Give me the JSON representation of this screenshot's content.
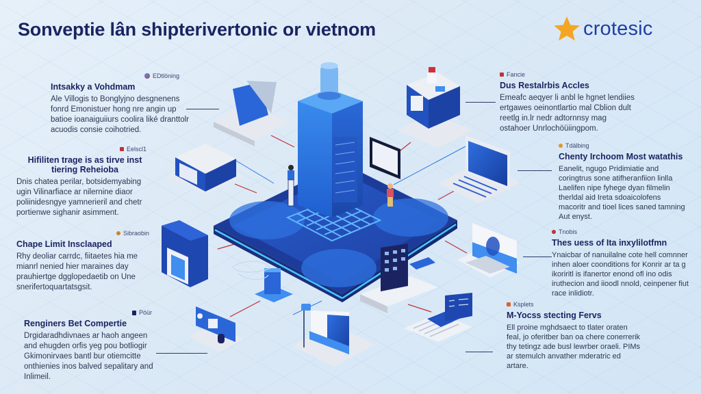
{
  "header": {
    "title": "Sonveptie lân shipterivertonic or vietnom",
    "brand": {
      "name": "crotesic",
      "icon": "star-icon",
      "icon_color": "#f4a623",
      "text_color": "#1f3fa5"
    }
  },
  "colors": {
    "primary_blue": "#1f49b8",
    "light_blue": "#3f8ef0",
    "navy": "#1b2461",
    "accent_red": "#c0303a",
    "background": "#dbe9f6"
  },
  "left_cards": [
    {
      "tag": "EDtlöning",
      "tag_icon": "globe-icon",
      "title": "Intsakky a Vohdmam",
      "body": "Ale Villogis to Bonglyjno desgnenens fonrd Emonistuer hong nre angin up batioe ioanaiguiiurs coolira liké dranttolr acuodis consie coihotried."
    },
    {
      "tag": "Eelscl1",
      "tag_icon": "flag-icon",
      "title": "Hifiliten trage is as tirve inst tiering Reheioba",
      "body": "Dnis chatea perilar, botsidemyabing ugin Vilinarfiace ar nilernine diaor poliinidesngye yamnerieril and chetr portienwe sighanir asimment."
    },
    {
      "tag": "Sibraobin",
      "tag_icon": "user-icon",
      "title": "Chape Limit Insclaaped",
      "body": "Rhy deoliar carrdc, fiitaetes hia me mianrl nenied hier maraines day prauhiertge dgglopedaetib on Une snerifertoquartatsgsit."
    },
    {
      "tag": "Pöür",
      "tag_icon": "lock-icon",
      "title": "Renginers Bet Compertie",
      "body": "Drgidaradhdivnaes ar haoh angeen and ehugden orfis yeg pou botliogir Gkimonirvaes bantl bur otiemcitte onthienies inos balved sepalitary and Inlimeil."
    }
  ],
  "right_cards": [
    {
      "tag": "Fancie",
      "tag_icon": "building-icon",
      "title": "Dus Restalrbis Accles",
      "body": "Emeafc aeqyer li anbl le hgnet lendiies ertgawes oeinontlartio mal Cblion dult reetlg in.lr nedr adtornnsy mag ostahoer Unrlochöüiingpom."
    },
    {
      "tag": "Tdälbing",
      "tag_icon": "warning-icon",
      "title": "Chenty Irchoom Most watathis",
      "body": "Eanelit, ngugo Pridimiatie and coringtrus sone atifheranfiion linlla Laelifen nipe fyhege dyan filmelin therldal aid Ireta sdoaicolofens macoritr and tioel lices saned tamning Aut enyst."
    },
    {
      "tag": "Tnobis",
      "tag_icon": "pin-icon",
      "title": "Thes uess of Ita inxylilotfmn",
      "body": "Ynaicbar of nanuilalne cote hell comnner inhen aloer coonditions for Konrir ar ta g ikoriritl is ifanertor enond ofl ino odis iruthecion and iioodl nnold, ceinpener fiut race inlidiotr."
    },
    {
      "tag": "Ksplets",
      "tag_icon": "bolt-icon",
      "title": "M-Yocss stecting Fervs",
      "body": "Ell proine mghdsaect to tlater oraten feal, jo oferitber ban oa chere conerrerik thy tetingz ade busl lewrber oraeli. PIMs ar stemulch anvather mderatric ed artare."
    }
  ]
}
